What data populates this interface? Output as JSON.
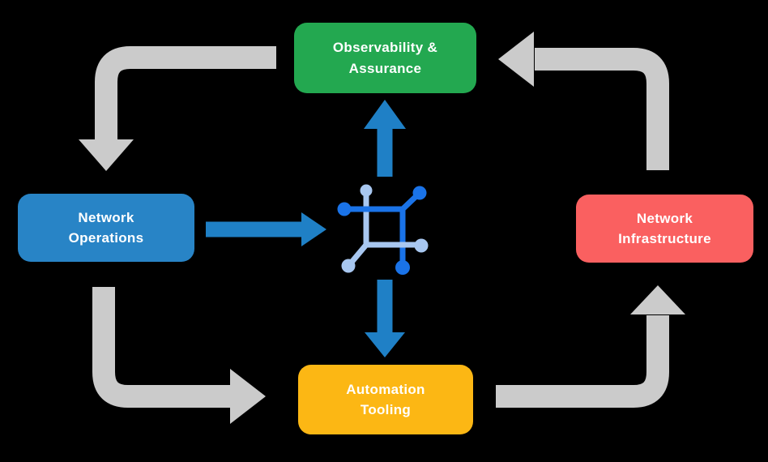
{
  "colors": {
    "background": "#000000",
    "arrow_gray": "#CBCBCB",
    "arrow_blue": "#1F80C6",
    "node_observability": "#23A850",
    "node_operations": "#2884C6",
    "node_infrastructure": "#FA6060",
    "node_automation": "#FCB714",
    "icon_dark_blue": "#1A73E8",
    "icon_light_blue": "#A8C7F0",
    "text": "#FFFFFF"
  },
  "nodes": {
    "observability": {
      "label": "Observability &\nAssurance"
    },
    "operations": {
      "label": "Network\nOperations"
    },
    "infrastructure": {
      "label": "Network\nInfrastructure"
    },
    "automation": {
      "label": "Automation\nTooling"
    }
  },
  "icon": {
    "name": "network-nodes-icon"
  }
}
